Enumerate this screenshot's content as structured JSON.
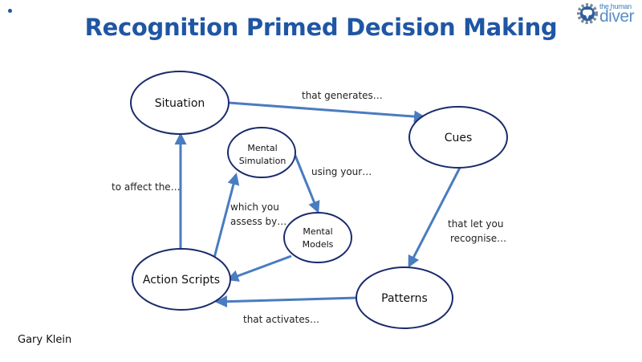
{
  "slide": {
    "title": "Recognition Primed Decision Making",
    "author": "Gary Klein",
    "logo": {
      "icon": "gear-diver-mask-icon",
      "line1": "the human",
      "line2": "diver"
    },
    "colors": {
      "title": "#1f56a4",
      "arrow": "#4a7cc0",
      "node_border": "#1a2a6c"
    }
  },
  "nodes": {
    "situation": "Situation",
    "cues": "Cues",
    "patterns": "Patterns",
    "action_scripts": "Action Scripts",
    "mental_simulation": [
      "Mental",
      "Simulation"
    ],
    "mental_models": [
      "Mental",
      "Models"
    ]
  },
  "edges": {
    "situation_to_cues": "that generates…",
    "cues_to_patterns": [
      "that let you",
      "recognise…"
    ],
    "patterns_to_action": "that activates…",
    "action_to_situation": "to affect the…",
    "action_to_simulation": [
      "which you",
      "assess by…"
    ],
    "simulation_to_models": "using your…"
  }
}
